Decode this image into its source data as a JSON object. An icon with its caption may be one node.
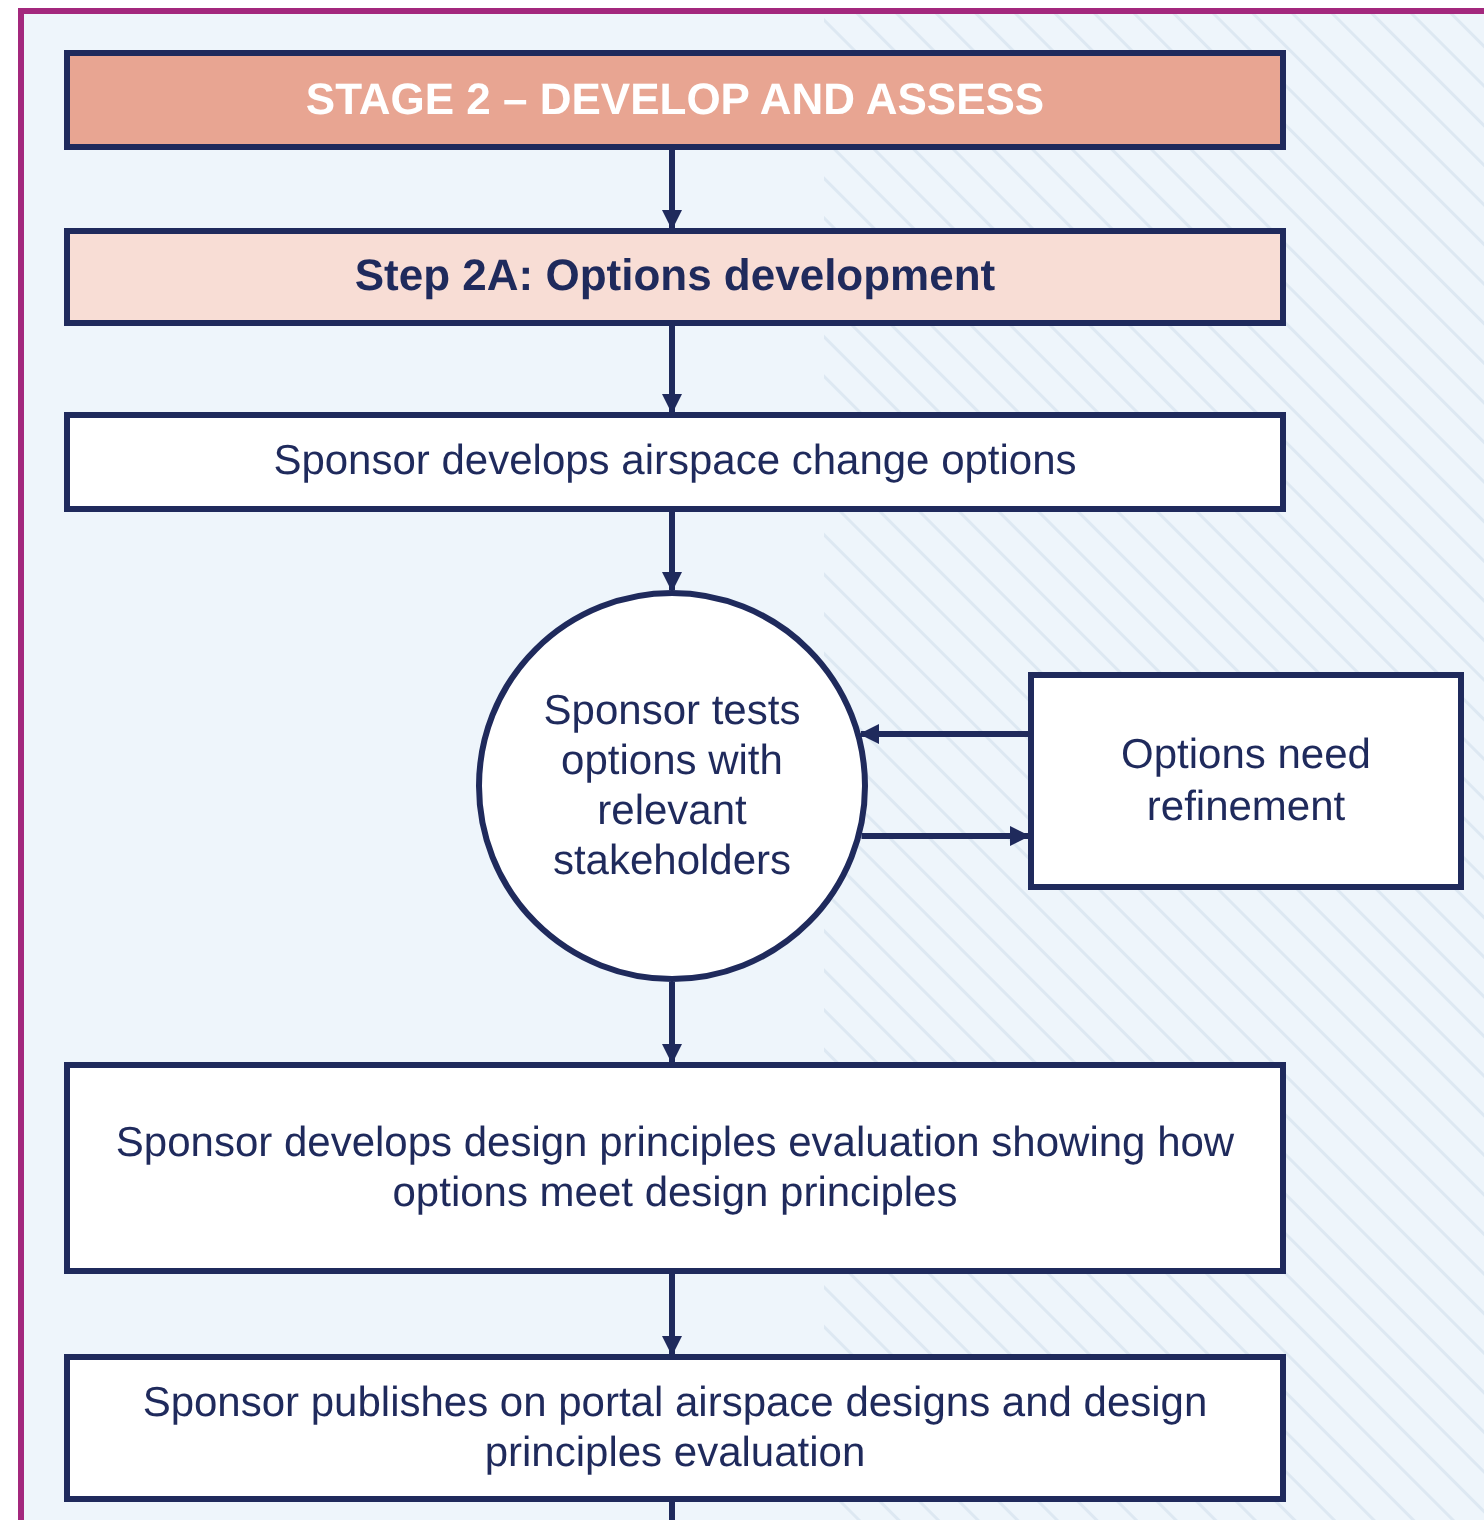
{
  "diagram": {
    "nodes": [
      {
        "text": [
          "STAGE 2 – DEVELOP AND ASSESS"
        ]
      },
      {
        "text": [
          "Step 2A: Options development"
        ]
      },
      {
        "text": [
          "Sponsor develops airspace change options"
        ]
      },
      {
        "text": [
          "Sponsor tests options with relevant stakeholders"
        ]
      },
      {
        "text": [
          "Options need refinement"
        ]
      },
      {
        "text": [
          "Sponsor develops design principles evaluation showing how options meet design principles"
        ]
      },
      {
        "text": [
          "Sponsor publishes on portal airspace designs and design principles evaluation"
        ]
      }
    ],
    "edges": [
      {
        "from": 0,
        "to": 1,
        "arrow": "to"
      },
      {
        "from": 1,
        "to": 2,
        "arrow": "to"
      },
      {
        "from": 2,
        "to": 3,
        "arrow": "to"
      },
      {
        "from": 4,
        "to": 3,
        "arrow": "to"
      },
      {
        "from": 3,
        "to": 4,
        "arrow": "to"
      },
      {
        "from": 3,
        "to": 5,
        "arrow": "to"
      },
      {
        "from": 5,
        "to": 6,
        "arrow": "to"
      },
      {
        "from": 6,
        "to": null,
        "arrow": "none"
      }
    ]
  }
}
